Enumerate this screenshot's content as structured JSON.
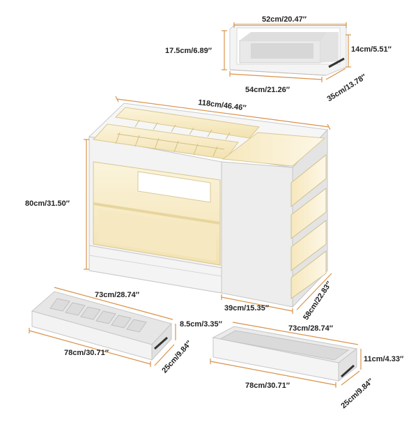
{
  "colors": {
    "dimension_line": "#d9924a",
    "cabinet_white": "#f2f2f2",
    "cabinet_edge": "#c9c9c9",
    "glow_warm": "#f6e6b8",
    "glow_soft": "#fbf2d6",
    "slide_dark": "#333333"
  },
  "top_drawer": {
    "width_top": "52cm/20.47″",
    "height_left": "17.5cm/6.89″",
    "height_right": "14cm/5.51″",
    "width_bottom": "54cm/21.26″",
    "depth": "35cm/13.78″"
  },
  "cabinet": {
    "width": "118cm/46.46″",
    "height": "80cm/31.50″",
    "side_width": "39cm/15.35″",
    "depth": "58cm/22.83″"
  },
  "left_drawer": {
    "width_top": "73cm/28.74″",
    "height": "8.5cm/3.35″",
    "width_bottom": "78cm/30.71″",
    "depth": "25cm/9.84″"
  },
  "right_drawer": {
    "width_top": "73cm/28.74″",
    "height": "11cm/4.33″",
    "width_bottom": "78cm/30.71″",
    "depth": "25cm/9.84″"
  }
}
